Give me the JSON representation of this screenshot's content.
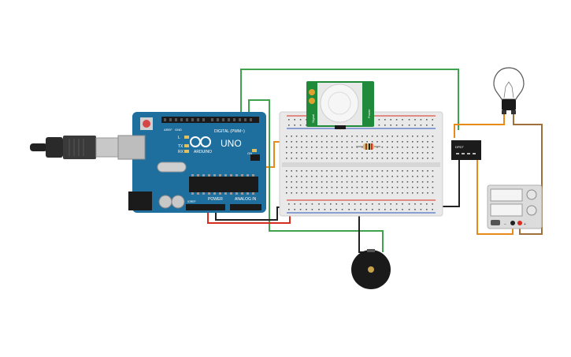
{
  "arduino": {
    "brand_text": "ARDUINO",
    "model_text": "UNO",
    "digital_header_label": "DIGITAL (PWM~)",
    "power_label": "POWER",
    "analog_label": "ANALOG IN",
    "tx_label": "TX",
    "rx_label": "RX",
    "l_label": "L",
    "on_label": "ON",
    "aref_label": "AREF",
    "gnd_label": "GND",
    "ioref_label": "IOREF"
  },
  "pir_sensor": {
    "left_text": "Signal",
    "right_text": "Power"
  },
  "relay": {
    "label": "DPDT"
  },
  "power_supply": {
    "minus_label": "−",
    "plus_label": "+"
  },
  "colors": {
    "arduino_board": "#1f6f9e",
    "breadboard": "#e9e9e9",
    "pir_pcb": "#1e8a3a",
    "wire_green": "#3fa34d",
    "wire_red": "#d62d20",
    "wire_black": "#222222",
    "wire_orange": "#e88a1a",
    "wire_brown": "#a0703c",
    "relay_body": "#1b1b1b",
    "buzzer_body": "#1a1a1a",
    "supply_body": "#dcdcdc"
  }
}
